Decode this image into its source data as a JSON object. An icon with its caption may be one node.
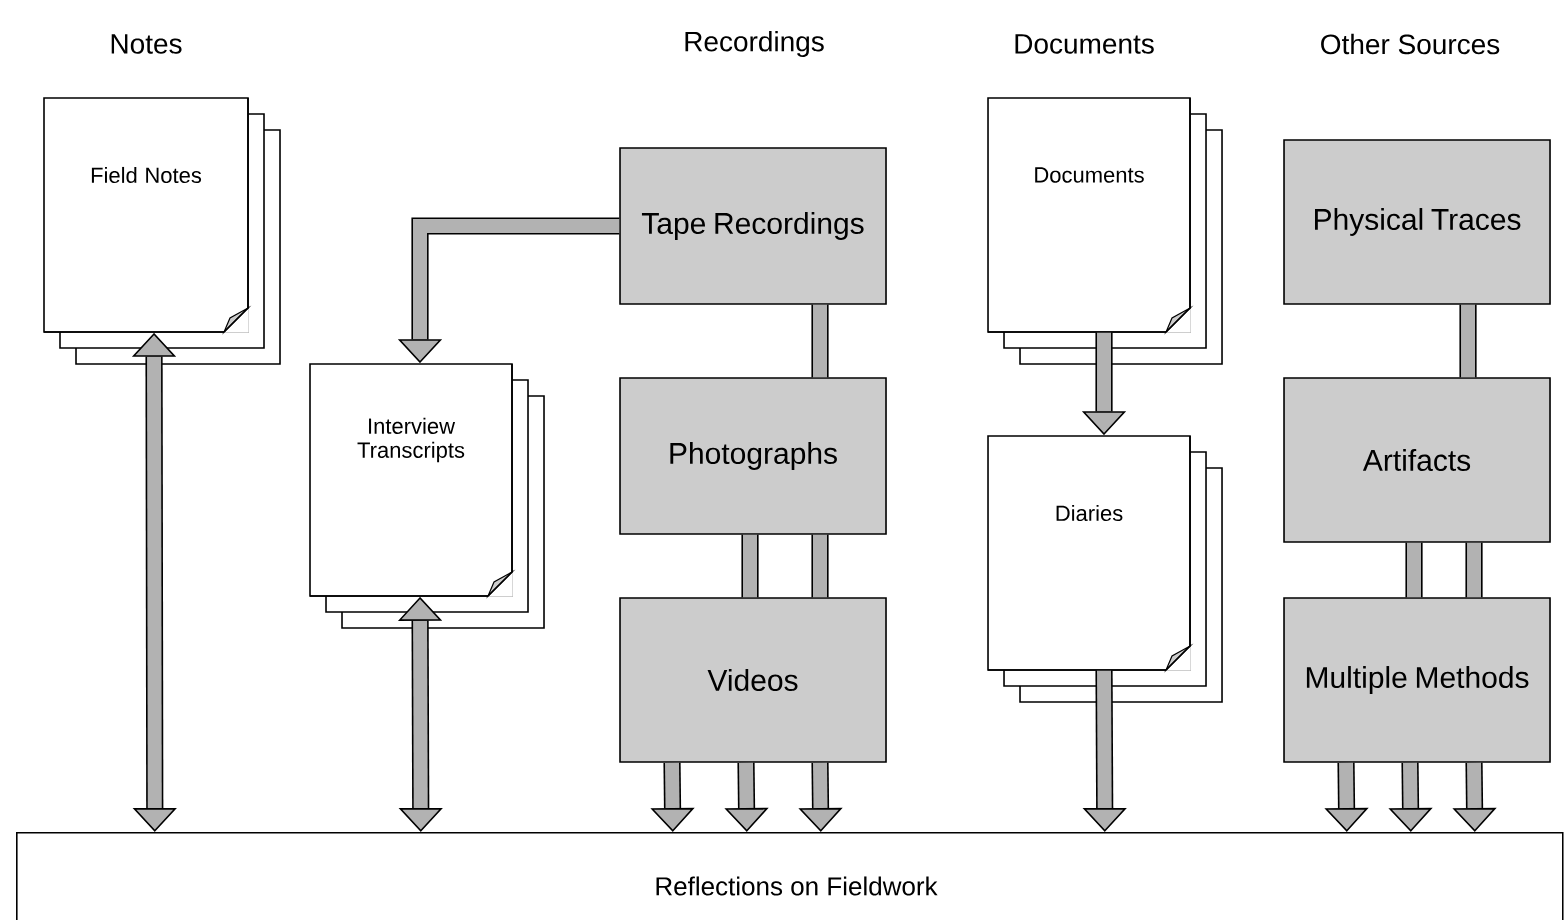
{
  "diagram": {
    "nodes": [
      {
        "text": [
          "Field Notes"
        ]
      },
      {
        "text": [
          "Interview Transcripts"
        ]
      },
      {
        "text": [
          "Tape Recordings"
        ]
      },
      {
        "text": [
          "Photographs"
        ]
      },
      {
        "text": [
          "Videos"
        ]
      },
      {
        "text": [
          "Documents"
        ]
      },
      {
        "text": [
          "Diaries"
        ]
      },
      {
        "text": [
          "Physical Traces"
        ]
      },
      {
        "text": [
          "Artifacts"
        ]
      },
      {
        "text": [
          "Multiple Methods"
        ]
      },
      {
        "text": [
          "Reflections on Fieldwork"
        ]
      }
    ],
    "edges": [
      {
        "from": 0,
        "to": 10,
        "arrow": "both"
      },
      {
        "from": 2,
        "to": 1,
        "arrow": "to"
      },
      {
        "from": 2,
        "to": 3,
        "arrow": "none"
      },
      {
        "from": 3,
        "to": 4,
        "arrow": "none"
      },
      {
        "from": 3,
        "to": 4,
        "arrow": "none"
      },
      {
        "from": 4,
        "to": 10,
        "arrow": "to"
      },
      {
        "from": 4,
        "to": 10,
        "arrow": "to"
      },
      {
        "from": 4,
        "to": 10,
        "arrow": "to"
      },
      {
        "from": 1,
        "to": 10,
        "arrow": "both"
      },
      {
        "from": 5,
        "to": 6,
        "arrow": "to"
      },
      {
        "from": 6,
        "to": 10,
        "arrow": "to"
      },
      {
        "from": 7,
        "to": 8,
        "arrow": "none"
      },
      {
        "from": 8,
        "to": 9,
        "arrow": "none"
      },
      {
        "from": 8,
        "to": 9,
        "arrow": "none"
      },
      {
        "from": 9,
        "to": 10,
        "arrow": "to"
      },
      {
        "from": 9,
        "to": 10,
        "arrow": "to"
      },
      {
        "from": 9,
        "to": 10,
        "arrow": "to"
      }
    ],
    "labels": [
      "Notes",
      "Recordings",
      "Documents",
      "Other Sources"
    ]
  }
}
